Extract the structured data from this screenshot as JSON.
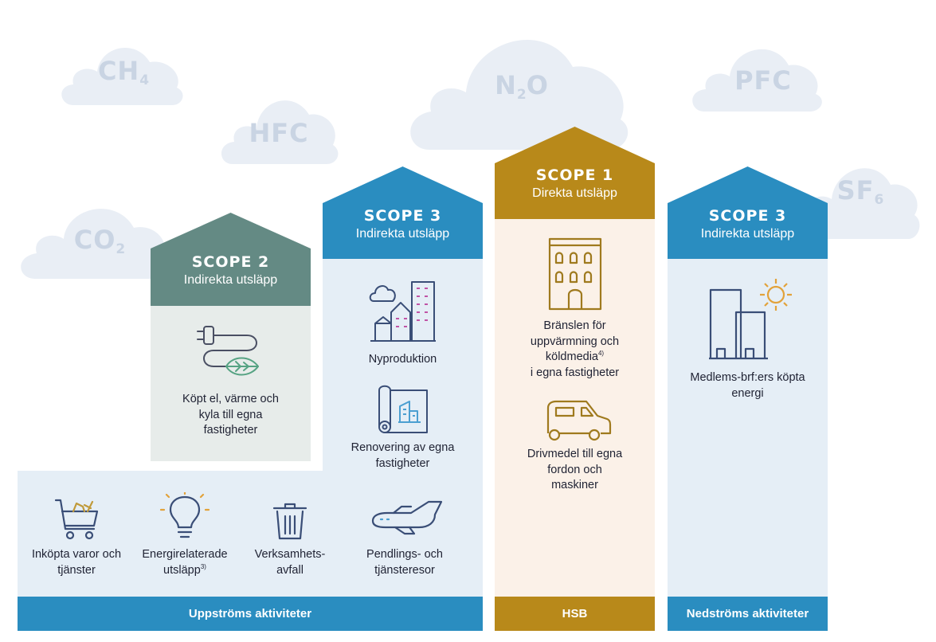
{
  "gases": {
    "ch4": {
      "main": "CH",
      "sub": "4"
    },
    "hfc": {
      "main": "HFC"
    },
    "n2o": {
      "main": "N",
      "sub": "2",
      "tail": "O"
    },
    "pfc": {
      "main": "PFC"
    },
    "sf6": {
      "main": "SF",
      "sub": "6"
    },
    "co2": {
      "main": "CO",
      "sub": "2"
    }
  },
  "scope2": {
    "title": "SCOPE 2",
    "subtitle": "Indirekta utsläpp"
  },
  "scope3_up": {
    "title": "SCOPE 3",
    "subtitle": "Indirekta utsläpp"
  },
  "scope1": {
    "title": "SCOPE 1",
    "subtitle": "Direkta utsläpp"
  },
  "scope3_down": {
    "title": "SCOPE 3",
    "subtitle": "Indirekta utsläpp"
  },
  "items": {
    "kopt_el": "Köpt el, värme och kyla till egna fastigheter",
    "nyproduktion": "Nyproduktion",
    "renovering": "Renovering av egna fastigheter",
    "bransle_main": "Bränslen för uppvärmning och köldmedia",
    "bransle_sup": "4)",
    "bransle_tail": "i egna fastigheter",
    "drivmedel": "Drivmedel till egna fordon och maskiner",
    "medlems": "Medlems-brf:ers köpta energi",
    "inkopta": "Inköpta varor och tjänster",
    "energi_main": "Energirelaterade utsläpp",
    "energi_sup": "3)",
    "verksamhet": "Verksamhets-avfall",
    "pendling": "Pendlings- och tjänsteresor"
  },
  "bars": {
    "upstream": "Uppströms aktiviteter",
    "hsb": "HSB",
    "downstream": "Nedströms aktiviteter"
  },
  "colors": {
    "blue": "#2a8dc0",
    "blue_light": "#e5eef6",
    "green": "#648a84",
    "green_light": "#e7ecea",
    "gold": "#b8891a",
    "gold_light": "#fbf1e8",
    "cloud": "#e9eef5",
    "cloud_text": "#c9d4e3"
  }
}
